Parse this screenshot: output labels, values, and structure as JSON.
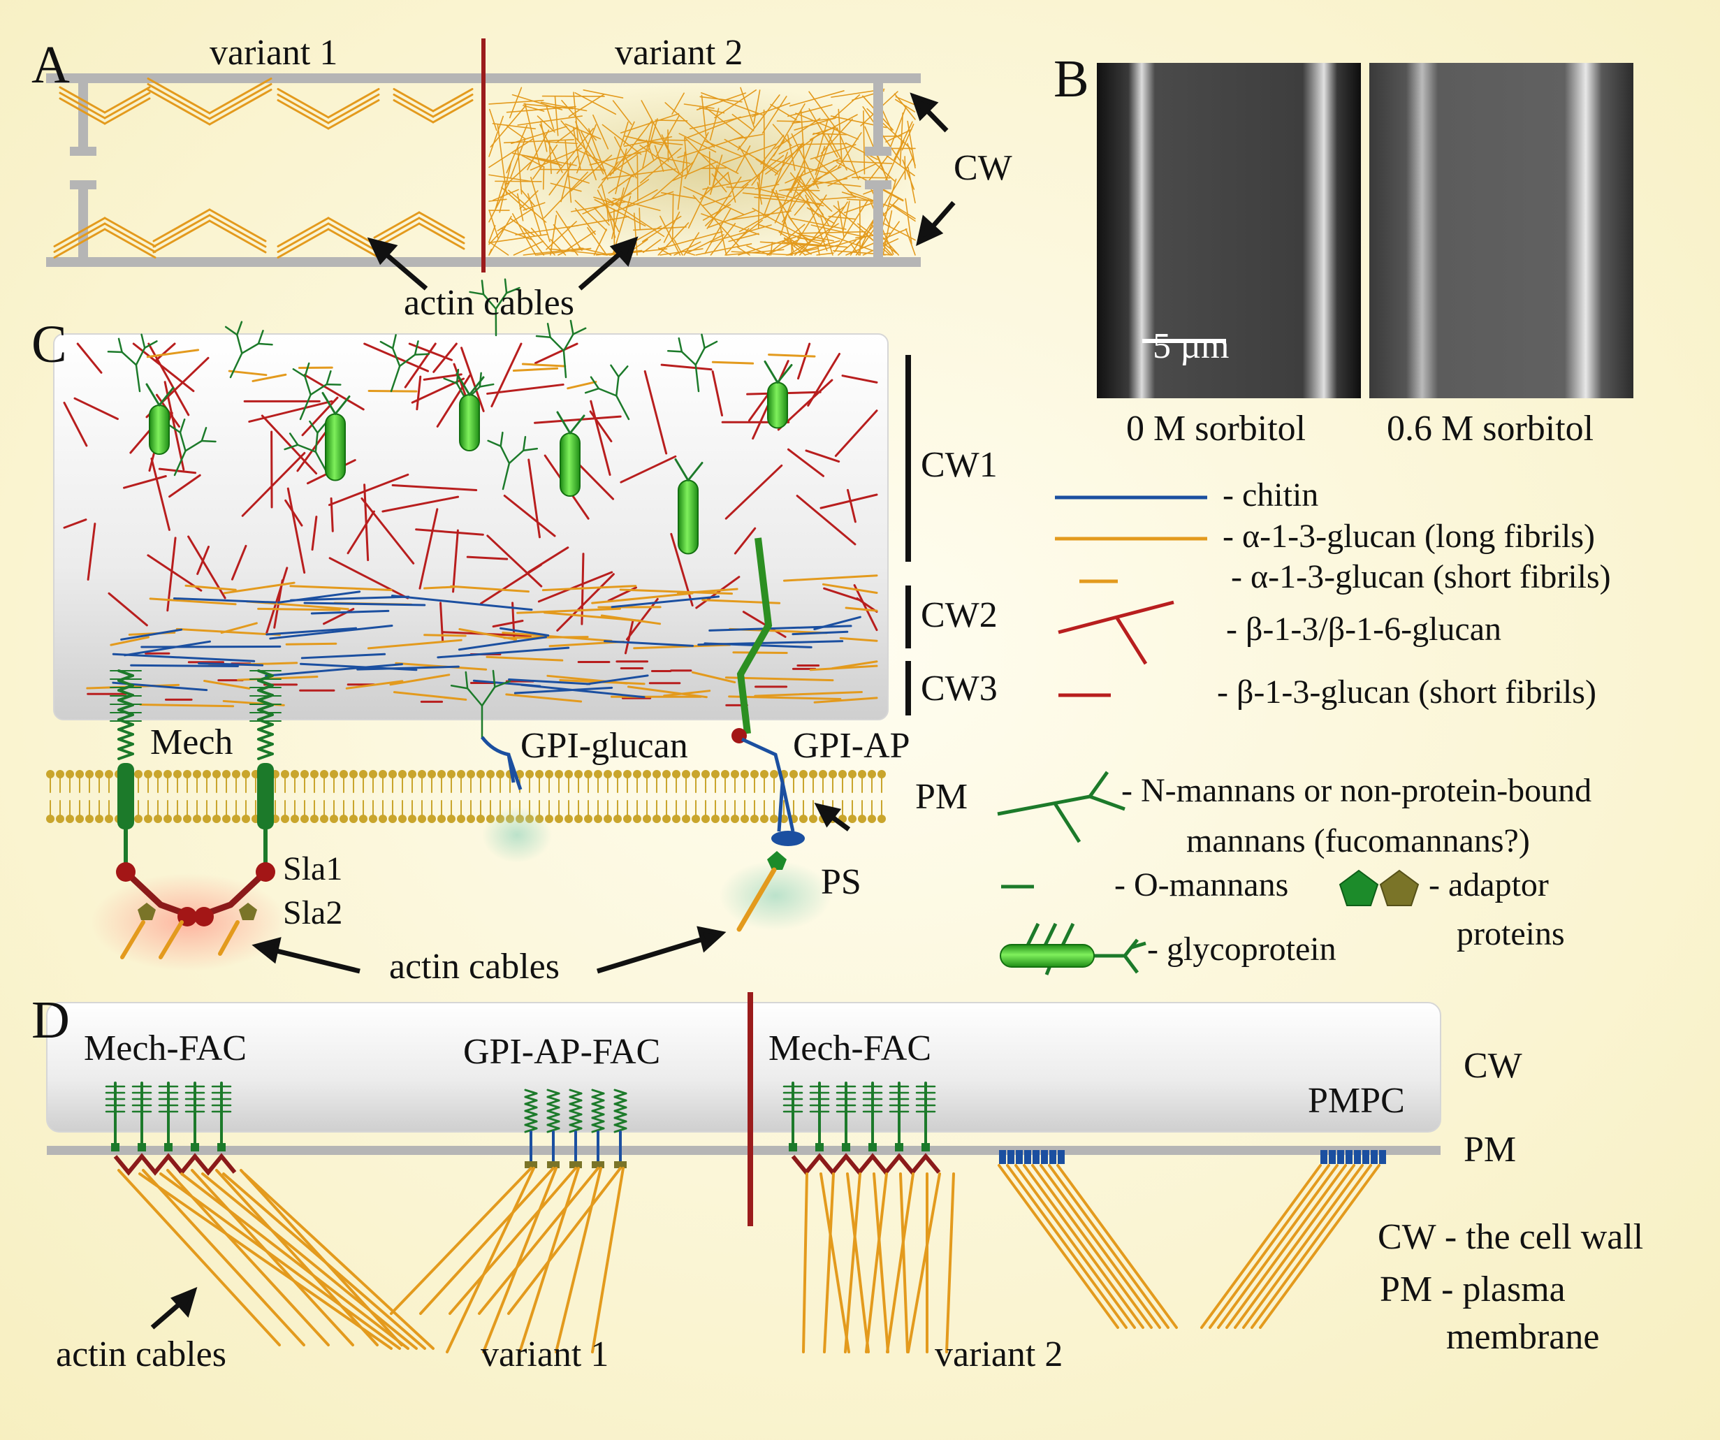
{
  "colors": {
    "background": "#fdfbe2",
    "membrane": "#c9a52c",
    "wall_gray": "#b5b5b5",
    "red_line": "#9b1c1c",
    "chitin": "#1b4fa0",
    "alpha_glucan": "#e39a1d",
    "beta_glucan": "#b81e1e",
    "mannan": "#1c7a2a",
    "glycoprotein": "#2fc422",
    "adaptor_olive": "#7a7428"
  },
  "panels": {
    "A": {
      "letter": "A",
      "variant1": "variant 1",
      "variant2": "variant 2",
      "cw": "CW",
      "actin_cables": "actin cables"
    },
    "B": {
      "letter": "B",
      "scale_bar": "5 µm",
      "caption_left": "0 M sorbitol",
      "caption_right": "0.6 M sorbitol"
    },
    "C": {
      "letter": "C",
      "layers": [
        "CW1",
        "CW2",
        "CW3"
      ],
      "mech": "Mech",
      "gpi_glucan": "GPI-glucan",
      "gpi_ap": "GPI-AP",
      "pm": "PM",
      "sla1": "Sla1",
      "sla2": "Sla2",
      "ps": "PS",
      "actin_cables": "actin cables"
    },
    "D": {
      "letter": "D",
      "mech_fac_left": "Mech-FAC",
      "gpi_ap_fac": "GPI-AP-FAC",
      "mech_fac_right": "Mech-FAC",
      "pmpc": "PMPC",
      "cw": "CW",
      "pm": "PM",
      "actin_cables": "actin cables",
      "variant1": "variant 1",
      "variant2": "variant 2",
      "abbr_cw": "CW - the cell wall",
      "abbr_pm_1": "PM - plasma",
      "abbr_pm_2": "membrane"
    }
  },
  "legend": {
    "chitin": "- chitin",
    "alpha_long": "- α-1-3-glucan (long fibrils)",
    "alpha_short": "- α-1-3-glucan (short fibrils)",
    "beta_branched": "- β-1-3/β-1-6-glucan",
    "beta_short": "- β-1-3-glucan (short fibrils)",
    "n_mannans_1": "- N-mannans or non-protein-bound",
    "n_mannans_2": "mannans (fucomannans?)",
    "o_mannans": "- O-mannans",
    "adaptor_1": "- adaptor",
    "adaptor_2": "proteins",
    "glycoprotein": "- glycoprotein"
  }
}
